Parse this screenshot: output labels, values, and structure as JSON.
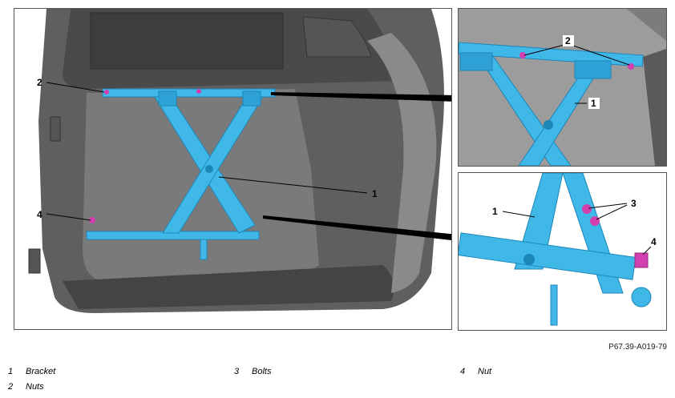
{
  "callouts": {
    "main": [
      "2",
      "4",
      "1"
    ],
    "top": [
      "2",
      "1"
    ],
    "bottom": [
      "1",
      "3",
      "4"
    ]
  },
  "reference_code": "P67.39-A019-79",
  "legend": [
    {
      "num": "1",
      "text": "Bracket"
    },
    {
      "num": "2",
      "text": "Nuts"
    },
    {
      "num": "3",
      "text": "Bolts"
    },
    {
      "num": "4",
      "text": "Nut"
    }
  ],
  "colors": {
    "bracket": "#3fb8e8",
    "bracket_dark": "#1d86b8",
    "nut": "#d43fb0",
    "door": "#6b6b6b",
    "door_dark": "#3e3e3e",
    "door_light": "#9a9a9a"
  }
}
